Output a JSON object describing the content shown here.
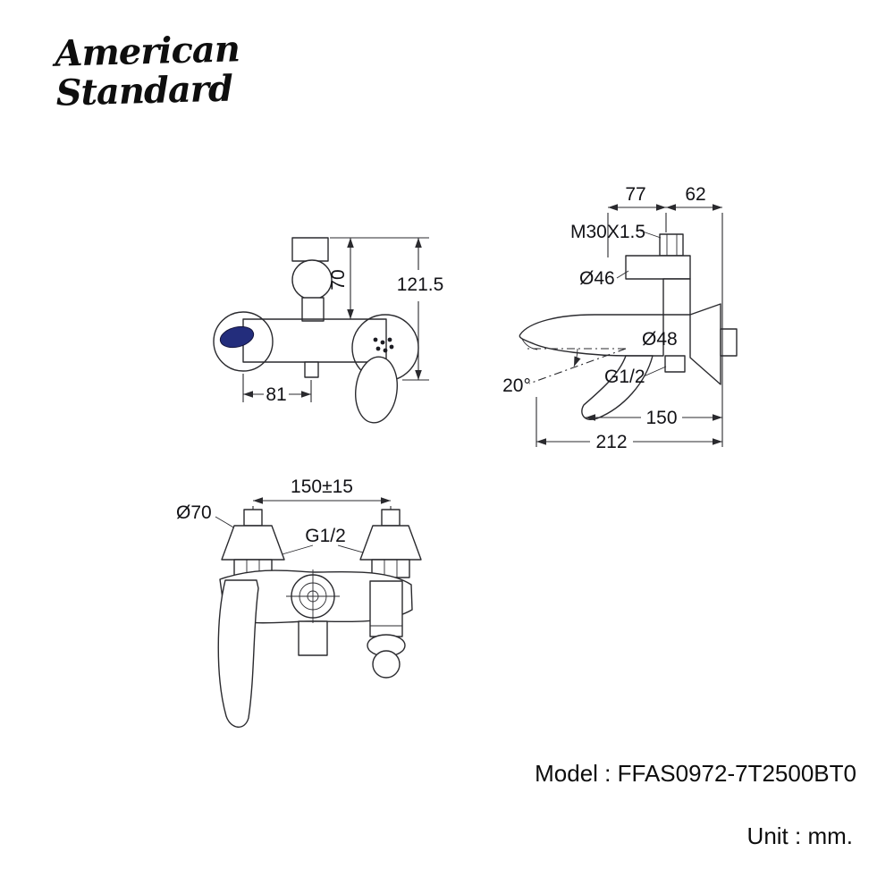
{
  "colors": {
    "ink": "#2a2a2e",
    "detail_blue": "#232d7c",
    "background": "#ffffff"
  },
  "brand": {
    "line1": "American",
    "line2": "Standard"
  },
  "footer": {
    "model": "Model : FFAS0972-7T2500BT0",
    "unit": "Unit : mm."
  },
  "front_view": {
    "dim_height_upper": "70",
    "dim_height_total": "121.5",
    "dim_width": "81"
  },
  "side_view": {
    "dim_top_left": "77",
    "dim_top_right": "62",
    "thread_label": "M30X1.5",
    "dia_escutcheon": "Ø46",
    "dia_body": "Ø48",
    "connection_label": "G1/2",
    "angle_label": "20°",
    "dim_reach_inner": "150",
    "dim_reach_total": "212"
  },
  "bottom_view": {
    "dim_centers": "150±15",
    "dia_flange": "Ø70",
    "connection_label": "G1/2"
  }
}
